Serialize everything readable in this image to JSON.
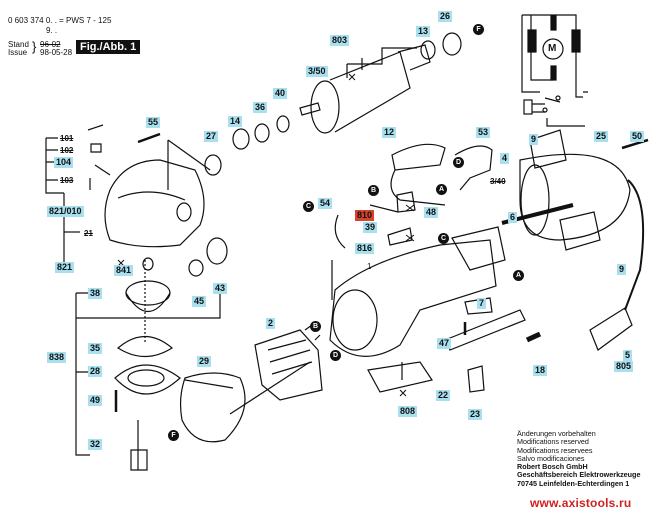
{
  "header": {
    "model_line": "0 603 374 0. . = PWS 7 - 125",
    "model_line2": "9. .",
    "stand_label": "Stand",
    "issue_label": "Issue",
    "stand_date_struck": "96-02",
    "issue_date": "98-05-28",
    "figure_label": "Fig./Abb. 1"
  },
  "part_labels": {
    "p55": "55",
    "p27": "27",
    "p14": "14",
    "p36": "36",
    "p40": "40",
    "p803": "803",
    "p350": "3/50",
    "p13": "13",
    "p26": "26",
    "p104": "104",
    "p821_010": "821/010",
    "p821": "821",
    "p841": "841",
    "p45": "45",
    "p43": "43",
    "p38": "38",
    "p838": "838",
    "p35": "35",
    "p28": "28",
    "p49": "49",
    "p32": "32",
    "p29": "29",
    "p2": "2",
    "p54": "54",
    "p12": "12",
    "p53": "53",
    "p4": "4",
    "p810": "810",
    "p39": "39",
    "p816": "816",
    "p48": "48",
    "p6": "6",
    "p9a": "9",
    "p25": "25",
    "p50": "50",
    "p9b": "9",
    "p7": "7",
    "p47": "47",
    "p22": "22",
    "p23": "23",
    "p808": "808",
    "p18": "18",
    "p5": "5",
    "p805": "805",
    "p1": "1"
  },
  "struck_labels": {
    "s101": "101",
    "s102": "102",
    "s103": "103",
    "s21": "21",
    "s340": "3/40"
  },
  "callouts": {
    "A": "A",
    "B": "B",
    "C": "C",
    "D": "D",
    "F": "F"
  },
  "schematic": {
    "motor_symbol": "M"
  },
  "footer": {
    "line1": "Änderungen vorbehalten",
    "line2": "Modifications reserved",
    "line3": "Modifications reservees",
    "line4": "Salvo modificaciones",
    "company": "Robert Bosch GmbH",
    "division": "Geschäftsbereich Elektrowerkzeuge",
    "address": "70745 Leinfelden-Echterdingen 1"
  },
  "watermark": "www.axistools.ru",
  "colors": {
    "label_bg": "#a9e0ef",
    "highlight_label_bg": "#d8432b",
    "callout": "#111111",
    "watermark": "#d21f1f"
  }
}
